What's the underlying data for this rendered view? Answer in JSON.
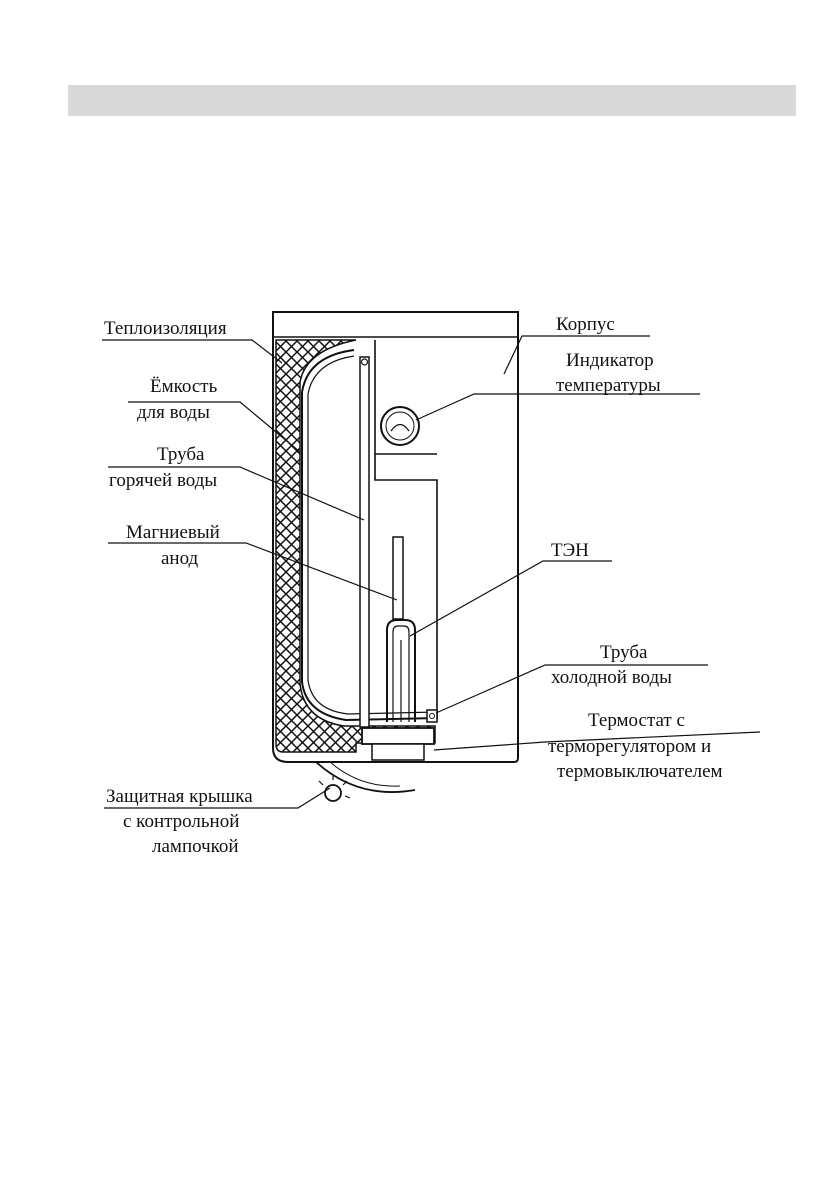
{
  "header": {
    "bar_color": "#d9d9d9"
  },
  "labels": {
    "insulation": "Теплоизоляция",
    "tank_l1": "Ёмкость",
    "tank_l2": "для воды",
    "hot_l1": "Труба",
    "hot_l2": "горячей воды",
    "anode_l1": "Магниевый",
    "anode_l2": "анод",
    "cover_l1": "Защитная крышка",
    "cover_l2": "с контрольной",
    "cover_l3": "лампочкой",
    "body": "Корпус",
    "indicator_l1": "Индикатор",
    "indicator_l2": "температуры",
    "heater": "ТЭН",
    "cold_l1": "Труба",
    "cold_l2": "холодной воды",
    "thermo_l1": "Термостат с",
    "thermo_l2": "терморегулятором и",
    "thermo_l3": "термовыключателем"
  }
}
